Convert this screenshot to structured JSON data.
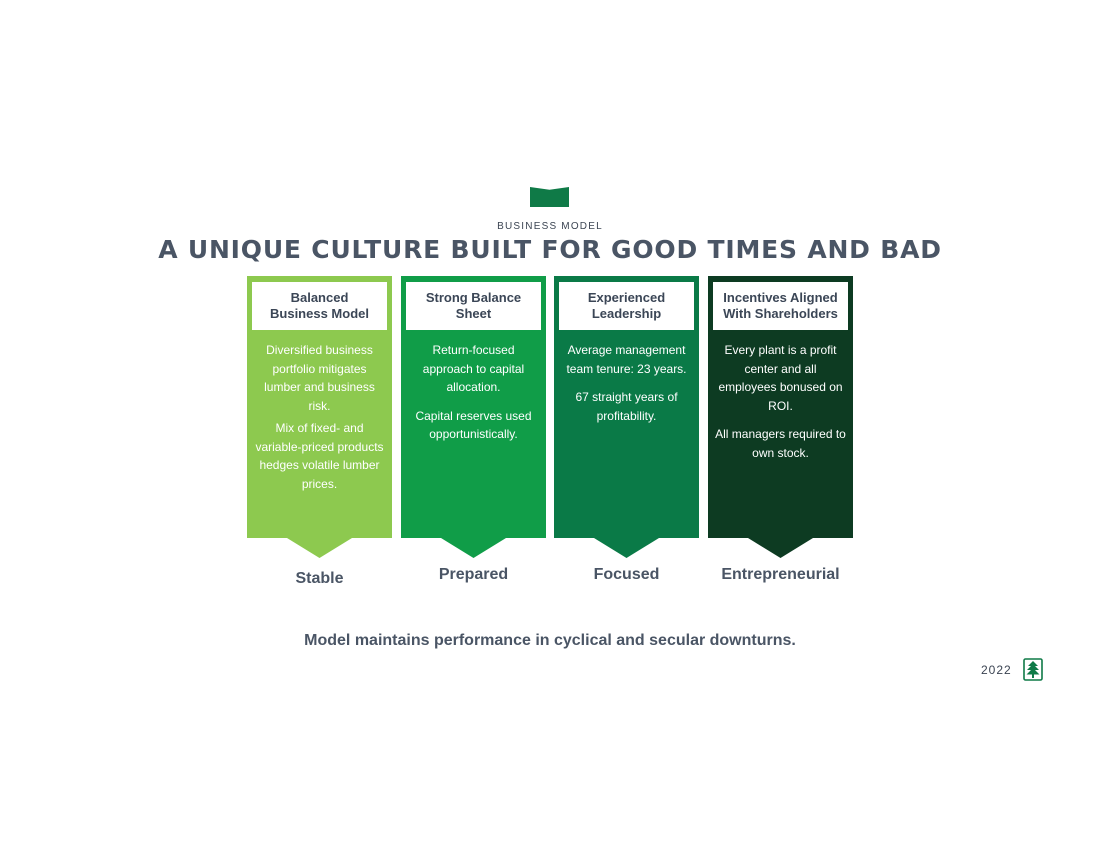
{
  "header": {
    "eyebrow": "BUSINESS MODEL",
    "title": "A UNIQUE CULTURE BUILT FOR GOOD TIMES AND BAD"
  },
  "pillars": [
    {
      "heading_line1": "Balanced",
      "heading_line2": "Business Model",
      "paragraphs": [
        "Diversified business portfolio mitigates lumber and business risk.",
        "Mix of fixed- and variable-priced products hedges volatile lumber prices."
      ],
      "label": "Stable",
      "color": "#8dc94f"
    },
    {
      "heading_line1": "Strong Balance",
      "heading_line2": "Sheet",
      "paragraphs": [
        "Return-focused approach to capital allocation.",
        "Capital reserves used opportunistically."
      ],
      "label": "Prepared",
      "color": "#109d48"
    },
    {
      "heading_line1": "Experienced",
      "heading_line2": "Leadership",
      "paragraphs": [
        "Average management team tenure: 23 years.",
        "67 straight years of profitability."
      ],
      "label": "Focused",
      "color": "#0a7a47"
    },
    {
      "heading_line1": "Incentives Aligned",
      "heading_line2": "With Shareholders",
      "paragraphs": [
        "Every plant is a profit center and all employees bonused on ROI.",
        "All managers required to own stock."
      ],
      "label": "Entrepreneurial",
      "color": "#0d3b22"
    }
  ],
  "footer": {
    "tagline": "Model maintains performance in cyclical and secular downturns.",
    "year": "2022",
    "logo_icon": "tree-logo-icon"
  },
  "colors": {
    "accent": "#0f7a47",
    "text": "#4a5565"
  }
}
